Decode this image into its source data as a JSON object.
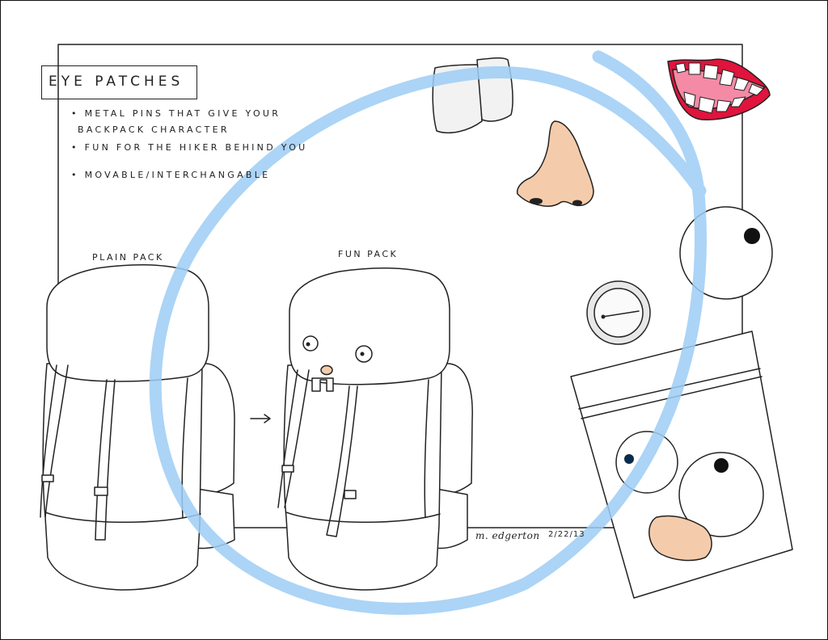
{
  "title": "EYE PATCHES",
  "bullets": [
    "• METAL PINS THAT GIVE YOUR",
    "BACKPACK CHARACTER",
    "• FUN FOR THE HIKER BEHIND YOU",
    "• MOVABLE/INTERCHANGABLE"
  ],
  "labels": {
    "plain_pack": "PLAIN PACK",
    "fun_pack": "FUN PACK"
  },
  "signature": "m. edgerton",
  "date": "2/22/13",
  "colors": {
    "ink": "#222222",
    "highlight_circle": "#9cccf5",
    "lips": "#e0143c",
    "gums": "#f48aa6",
    "nose_skin": "#f4ccac",
    "pupil": "#111111",
    "pupil_blue": "#0a2c4a"
  }
}
